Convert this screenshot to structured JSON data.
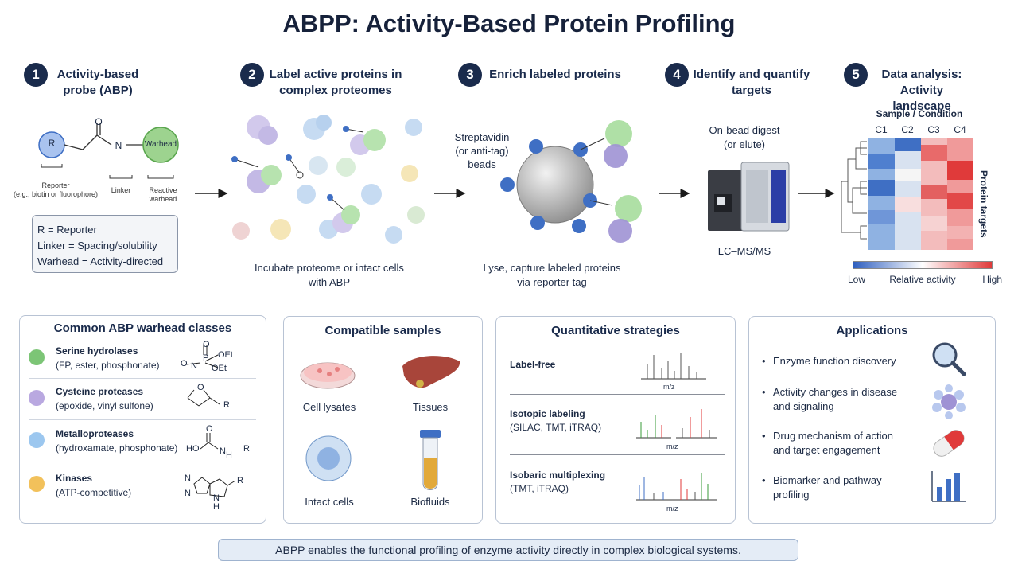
{
  "title": "ABPP: Activity-Based Protein Profiling",
  "steps": [
    {
      "num": "1",
      "title": "Activity-based probe (ABP)"
    },
    {
      "num": "2",
      "title": "Label active proteins in complex proteomes"
    },
    {
      "num": "3",
      "title": "Enrich labeled proteins"
    },
    {
      "num": "4",
      "title": "Identify and quantify targets"
    },
    {
      "num": "5",
      "title": "Data analysis: Activity landscape"
    }
  ],
  "probe": {
    "reporter_letter": "R",
    "o_atom": "O",
    "n_atom": "N",
    "warhead_label": "Warhead",
    "reporter_caption": "Reporter",
    "reporter_sub": "(e.g., biotin or fluorophore)",
    "linker_caption": "Linker",
    "warhead_caption1": "Reactive",
    "warhead_caption2": "warhead",
    "legend": [
      "R = Reporter",
      "Linker = Spacing/solubility",
      "Warhead = Activity-directed"
    ]
  },
  "step2_caption": [
    "Incubate proteome or intact cells",
    "with ABP"
  ],
  "step3": {
    "beads_label": [
      "Streptavidin",
      "(or anti-tag)",
      "beads"
    ],
    "caption": [
      "Lyse, capture labeled proteins",
      "via reporter tag"
    ]
  },
  "step4": {
    "digest": [
      "On-bead digest",
      "(or elute)"
    ],
    "instrument": "LC–MS/MS"
  },
  "step5": {
    "heatmap_title": "Sample / Condition",
    "columns": [
      "C1",
      "C2",
      "C3",
      "C4"
    ],
    "row_axis": "Protein targets",
    "scale_low": "Low",
    "scale_mid": "Relative activity",
    "scale_high": "High"
  },
  "warhead_panel": {
    "title": "Common ABP warhead classes",
    "classes": [
      {
        "name": "Serine hydrolases",
        "desc": "(FP, ester, phosphonate)",
        "color": "#7cc576",
        "struct": [
          "O",
          "P",
          "OEt",
          "OEt",
          "O",
          "N"
        ]
      },
      {
        "name": "Cysteine proteases",
        "desc": "(epoxide, vinyl sulfone)",
        "color": "#b9a8e0",
        "struct": [
          "O",
          "R"
        ]
      },
      {
        "name": "Metalloproteases",
        "desc": "(hydroxamate, phosphonate)",
        "color": "#9cc7ef",
        "struct": [
          "O",
          "HO",
          "N",
          "H",
          "R"
        ]
      },
      {
        "name": "Kinases",
        "desc": "(ATP-competitive)",
        "color": "#f2c15b",
        "struct": [
          "N",
          "N",
          "N",
          "H",
          "R"
        ]
      }
    ]
  },
  "samples_panel": {
    "title": "Compatible samples",
    "items": [
      "Cell lysates",
      "Tissues",
      "Intact cells",
      "Biofluids"
    ]
  },
  "quant_panel": {
    "title": "Quantitative strategies",
    "items": [
      {
        "name": "Label-free",
        "desc": ""
      },
      {
        "name": "Isotopic labeling",
        "desc": "(SILAC, TMT, iTRAQ)"
      },
      {
        "name": "Isobaric multiplexing",
        "desc": "(TMT, iTRAQ)"
      }
    ],
    "axis": "m/z"
  },
  "apps_panel": {
    "title": "Applications",
    "items": [
      [
        "Enzyme function discovery"
      ],
      [
        "Activity changes in disease",
        "and signaling"
      ],
      [
        "Drug mechanism of action",
        "and target engagement"
      ],
      [
        "Biomarker and pathway",
        "profiling"
      ]
    ]
  },
  "footer": "ABPP enables the functional profiling of enzyme activity directly in complex biological systems.",
  "colors": {
    "navy": "#1a2b4c",
    "green": "#7cc576",
    "purple": "#b9a8e0",
    "blue": "#3f6fc4",
    "red": "#e03a3a"
  }
}
